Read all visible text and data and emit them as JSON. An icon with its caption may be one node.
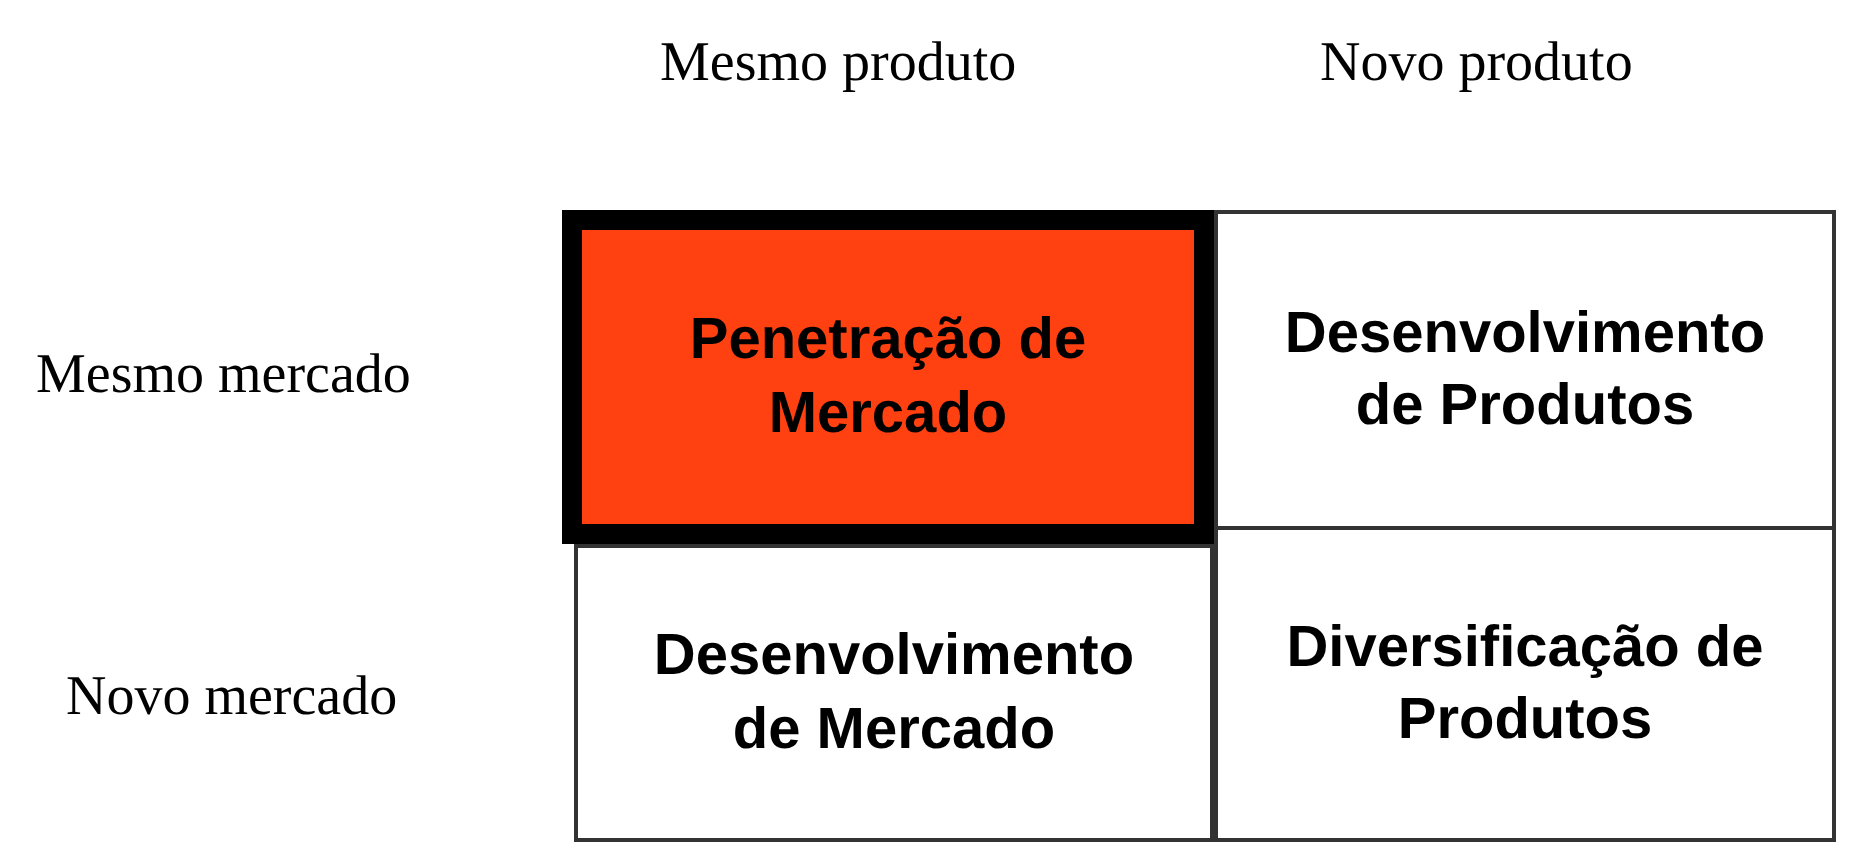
{
  "diagram": {
    "nodes": [
      {
        "text": [
          "Penetração de Mercado"
        ]
      },
      {
        "text": [
          "Desenvolvimento de Produtos"
        ]
      },
      {
        "text": [
          "Desenvolvimento de Mercado"
        ]
      },
      {
        "text": [
          "Diversificação de Produtos"
        ]
      }
    ],
    "labels": [
      "Mesmo produto",
      "Novo produto",
      "Mesmo mercado",
      "Novo mercado"
    ]
  }
}
